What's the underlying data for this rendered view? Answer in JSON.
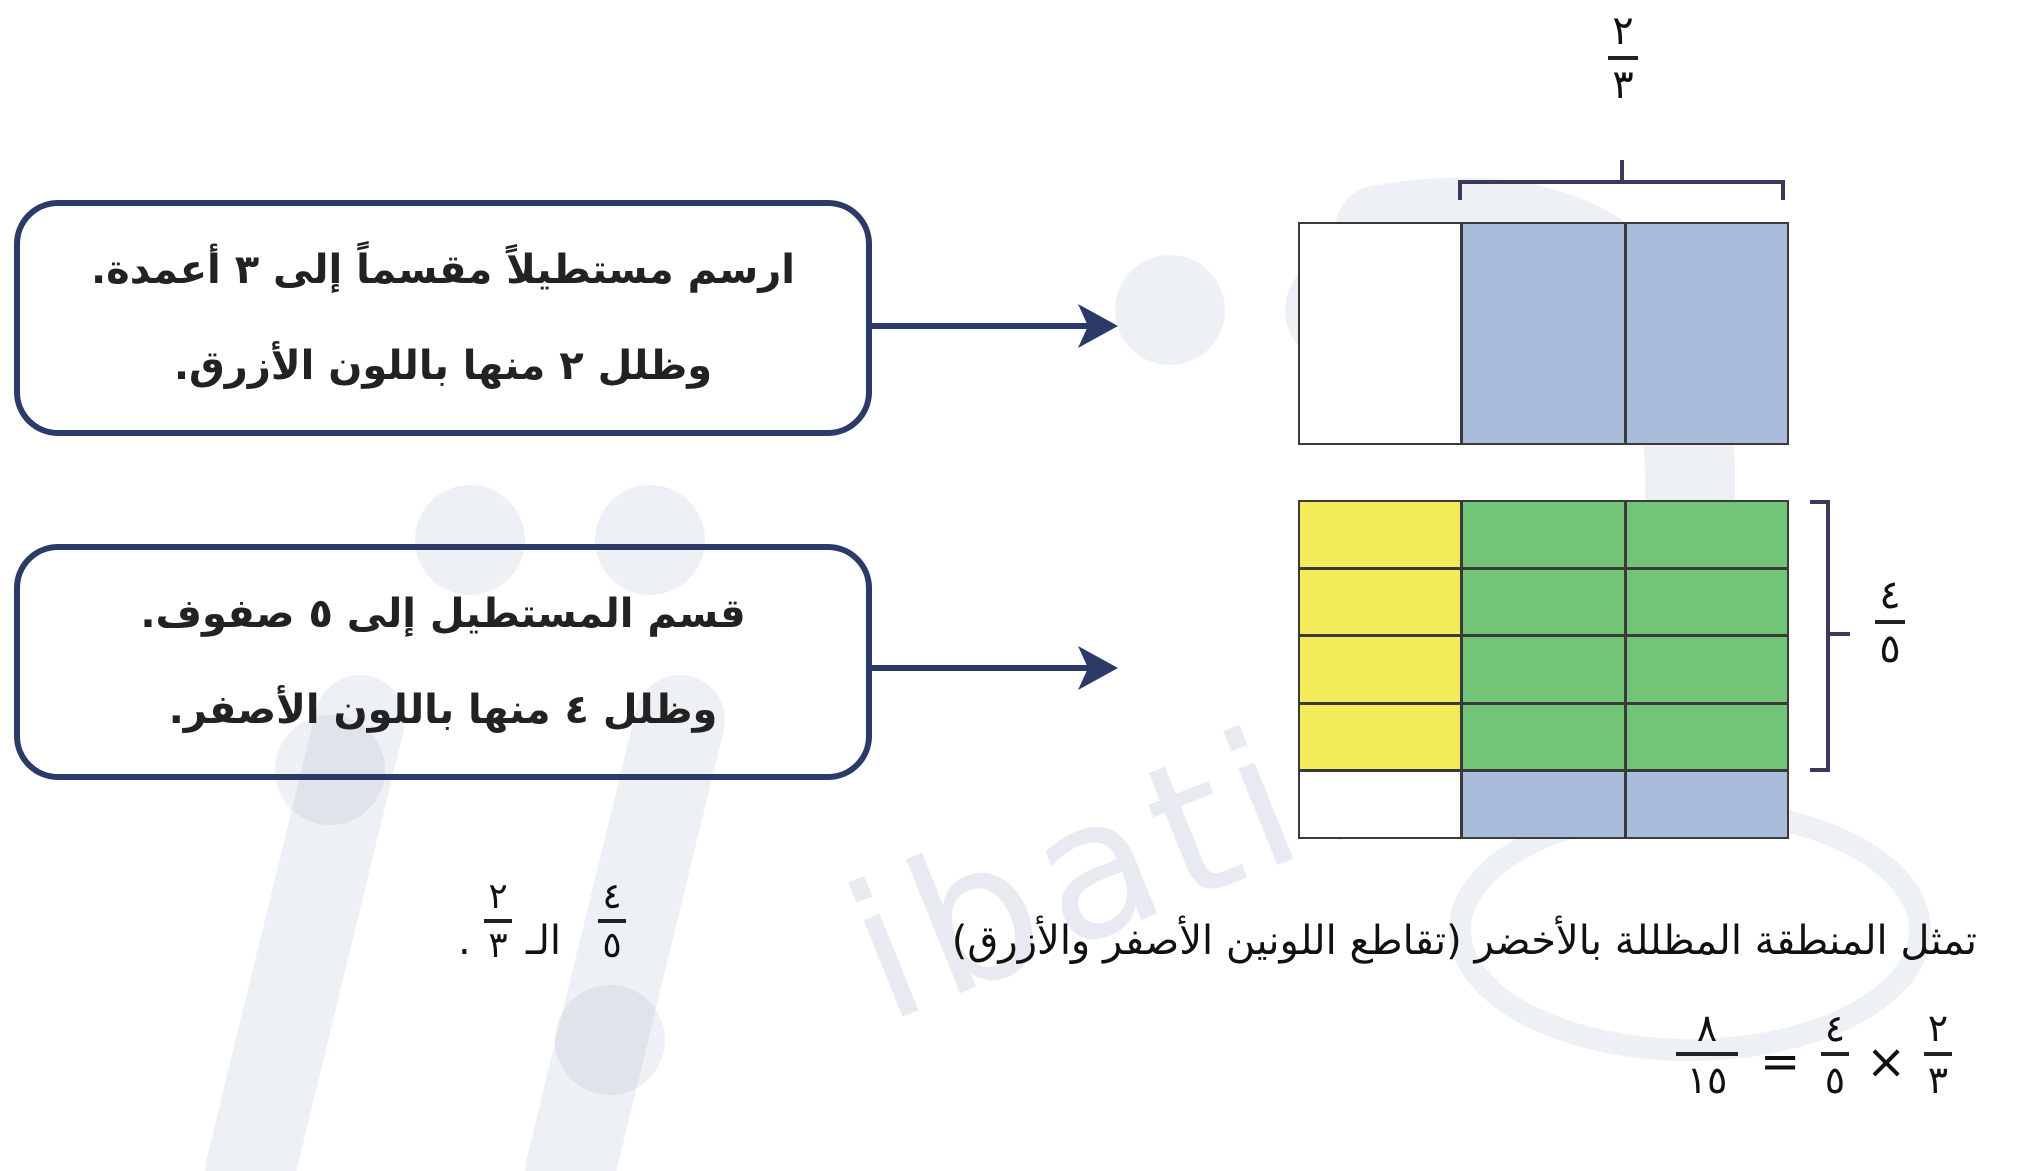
{
  "instructions": [
    {
      "line1": "ارسم مستطيلاً مقسماً إلى ٣ أعمدة.",
      "line2": "وظلل ٢ منها باللون الأزرق."
    },
    {
      "line1": "قسم المستطيل إلى ٥ صفوف.",
      "line2": "وظلل ٤ منها باللون الأصفر."
    }
  ],
  "top_fraction": {
    "numerator": "٢",
    "denominator": "٣"
  },
  "side_fraction": {
    "numerator": "٤",
    "denominator": "٥"
  },
  "grid": {
    "top_rectangle": {
      "columns": 3,
      "rows": 1,
      "blue_columns": 2
    },
    "bottom_rectangle": {
      "columns": 3,
      "rows": 5,
      "blue_columns": 2,
      "yellow_rows": 4
    }
  },
  "colors": {
    "blue": "#a9bcdb",
    "yellow": "#f3ec5a",
    "green": "#72c477",
    "white": "#ffffff",
    "box_border": "#2b3a67",
    "arrow": "#2b3a67"
  },
  "caption": {
    "text": "تمثل المنطقة المظللة بالأخضر (تقاطع اللونين الأصفر والأزرق)",
    "fraction_a": {
      "numerator": "٤",
      "denominator": "٥"
    },
    "connector": "الـ",
    "fraction_b": {
      "numerator": "٢",
      "denominator": "٣"
    },
    "end": "."
  },
  "equation": {
    "f1": {
      "numerator": "٢",
      "denominator": "٣"
    },
    "times": "×",
    "f2": {
      "numerator": "٤",
      "denominator": "٥"
    },
    "equals": "=",
    "result": {
      "numerator": "٨",
      "denominator": "١٥"
    }
  },
  "watermark": {
    "text": "ibati.net",
    "logo": "logo-watermark"
  }
}
